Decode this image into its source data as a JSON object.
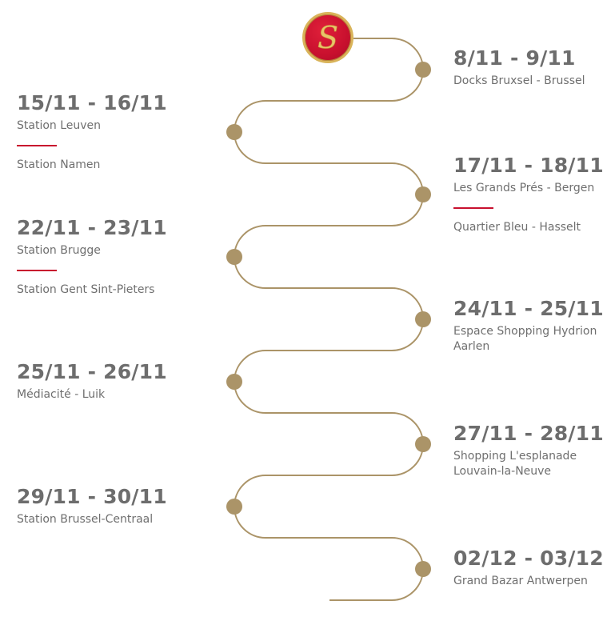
{
  "colors": {
    "path": "#ab9468",
    "node": "#ab9468",
    "accent": "#c8102e",
    "logo_gold": "#d9b45a",
    "text": "#6d6d6d"
  },
  "logo": {
    "letter": "S",
    "icon": "brand-logo-icon"
  },
  "events": [
    {
      "date": "8/11 - 9/11",
      "locations": [
        "Docks Bruxsel - Brussel"
      ]
    },
    {
      "date": "15/11 - 16/11",
      "locations": [
        "Station Leuven",
        "Station Namen"
      ]
    },
    {
      "date": "17/11 - 18/11",
      "locations": [
        "Les Grands Prés - Bergen",
        "Quartier Bleu - Hasselt"
      ]
    },
    {
      "date": "22/11 - 23/11",
      "locations": [
        "Station Brugge",
        "Station Gent Sint-Pieters"
      ]
    },
    {
      "date": "24/11 - 25/11",
      "locations": [
        "Espace Shopping Hydrion Aarlen"
      ]
    },
    {
      "date": "25/11 - 26/11",
      "locations": [
        "Médiacité - Luik"
      ]
    },
    {
      "date": "27/11 - 28/11",
      "locations": [
        "Shopping L'esplanade Louvain-la-Neuve"
      ]
    },
    {
      "date": "29/11 - 30/11",
      "locations": [
        "Station Brussel-Centraal"
      ]
    },
    {
      "date": "02/12 - 03/12",
      "locations": [
        "Grand Bazar Antwerpen"
      ]
    }
  ]
}
